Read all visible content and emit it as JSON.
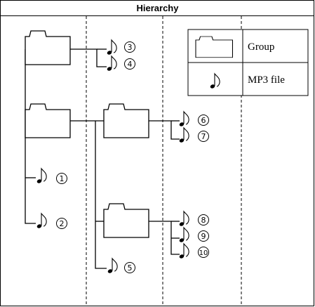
{
  "header": {
    "title": "Hierarchy"
  },
  "legend": {
    "group_label": "Group",
    "file_label": "MP3 file"
  },
  "files": [
    {
      "id": "1"
    },
    {
      "id": "2"
    },
    {
      "id": "3"
    },
    {
      "id": "4"
    },
    {
      "id": "5"
    },
    {
      "id": "6"
    },
    {
      "id": "7"
    },
    {
      "id": "8"
    },
    {
      "id": "9"
    },
    {
      "id": "10"
    }
  ],
  "icons": {
    "group": "folder-icon",
    "file": "music-note-icon"
  },
  "colors": {
    "line": "#000000",
    "background": "#ffffff"
  }
}
